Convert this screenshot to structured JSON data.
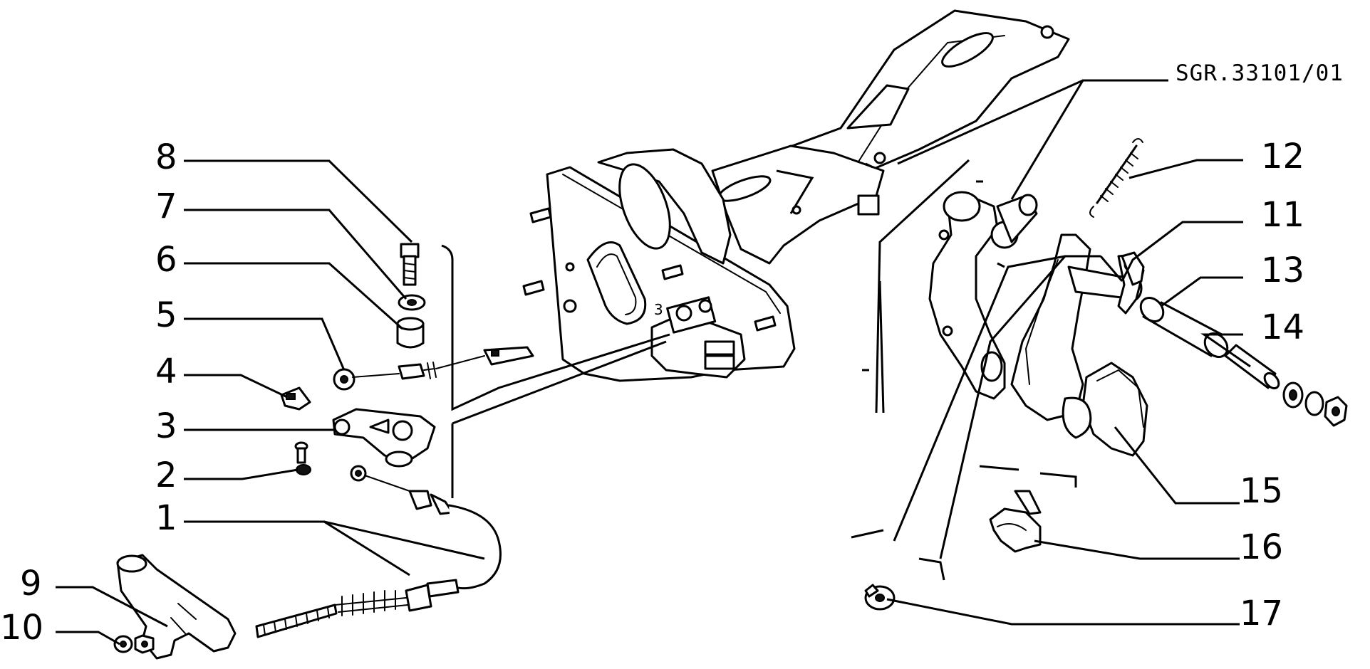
{
  "diagram": {
    "reference_code": "SGR.33101/01",
    "parts": [
      {
        "number": "1"
      },
      {
        "number": "2"
      },
      {
        "number": "3"
      },
      {
        "number": "4"
      },
      {
        "number": "5"
      },
      {
        "number": "6"
      },
      {
        "number": "7"
      },
      {
        "number": "8"
      },
      {
        "number": "9"
      },
      {
        "number": "10"
      },
      {
        "number": "11"
      },
      {
        "number": "12"
      },
      {
        "number": "13"
      },
      {
        "number": "14"
      },
      {
        "number": "15"
      },
      {
        "number": "16"
      },
      {
        "number": "17"
      }
    ]
  }
}
